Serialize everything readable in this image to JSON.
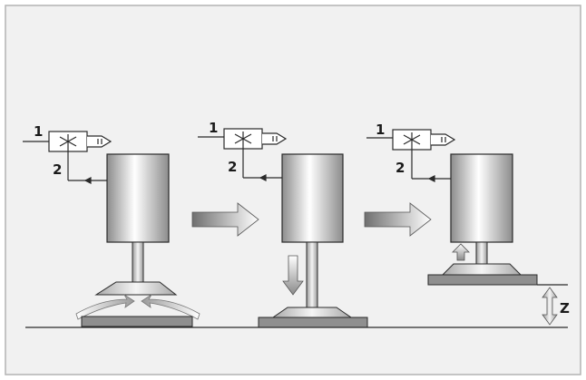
{
  "diagram": {
    "stages": [
      {
        "valve_port_1": "1",
        "valve_port_2": "2"
      },
      {
        "valve_port_1": "1",
        "valve_port_2": "2"
      },
      {
        "valve_port_1": "1",
        "valve_port_2": "2"
      }
    ],
    "distance_label": "Z"
  },
  "colors": {
    "background": "#f1f1f1",
    "frame": "#b3b3b3",
    "line": "#2a2a2a",
    "cylinder_light": "#ffffff",
    "cylinder_dark": "#8c8c8c",
    "plate": "#8f8f8f",
    "arrow_dark": "#7a7a7a"
  }
}
